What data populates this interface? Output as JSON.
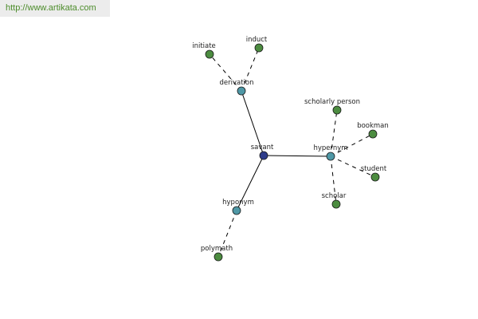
{
  "source": {
    "url": "http://www.artikata.com"
  },
  "colors": {
    "center_node": "#2e3c8a",
    "relation_node": "#4f98a6",
    "leaf_node": "#4c8c40",
    "edge": "#000000",
    "source_link": "#4c8c2a"
  },
  "graph": {
    "nodes": [
      {
        "id": "savant",
        "label": "savant",
        "kind": "center"
      },
      {
        "id": "derivation",
        "label": "derivation",
        "kind": "relation"
      },
      {
        "id": "hypernym",
        "label": "hypernym",
        "kind": "relation"
      },
      {
        "id": "hyponym",
        "label": "hyponym",
        "kind": "relation"
      },
      {
        "id": "initiate",
        "label": "initiate",
        "kind": "leaf"
      },
      {
        "id": "induct",
        "label": "induct",
        "kind": "leaf"
      },
      {
        "id": "scholarly_person",
        "label": "scholarly person",
        "kind": "leaf"
      },
      {
        "id": "bookman",
        "label": "bookman",
        "kind": "leaf"
      },
      {
        "id": "student",
        "label": "student",
        "kind": "leaf"
      },
      {
        "id": "scholar",
        "label": "scholar",
        "kind": "leaf"
      },
      {
        "id": "polymath",
        "label": "polymath",
        "kind": "leaf"
      }
    ],
    "edges": [
      {
        "from": "savant",
        "to": "derivation",
        "style": "solid"
      },
      {
        "from": "savant",
        "to": "hypernym",
        "style": "solid"
      },
      {
        "from": "savant",
        "to": "hyponym",
        "style": "solid"
      },
      {
        "from": "derivation",
        "to": "initiate",
        "style": "dashed"
      },
      {
        "from": "derivation",
        "to": "induct",
        "style": "dashed"
      },
      {
        "from": "hypernym",
        "to": "scholarly_person",
        "style": "dashed"
      },
      {
        "from": "hypernym",
        "to": "bookman",
        "style": "dashed"
      },
      {
        "from": "hypernym",
        "to": "student",
        "style": "dashed"
      },
      {
        "from": "hypernym",
        "to": "scholar",
        "style": "dashed"
      },
      {
        "from": "hyponym",
        "to": "polymath",
        "style": "dashed"
      }
    ]
  }
}
